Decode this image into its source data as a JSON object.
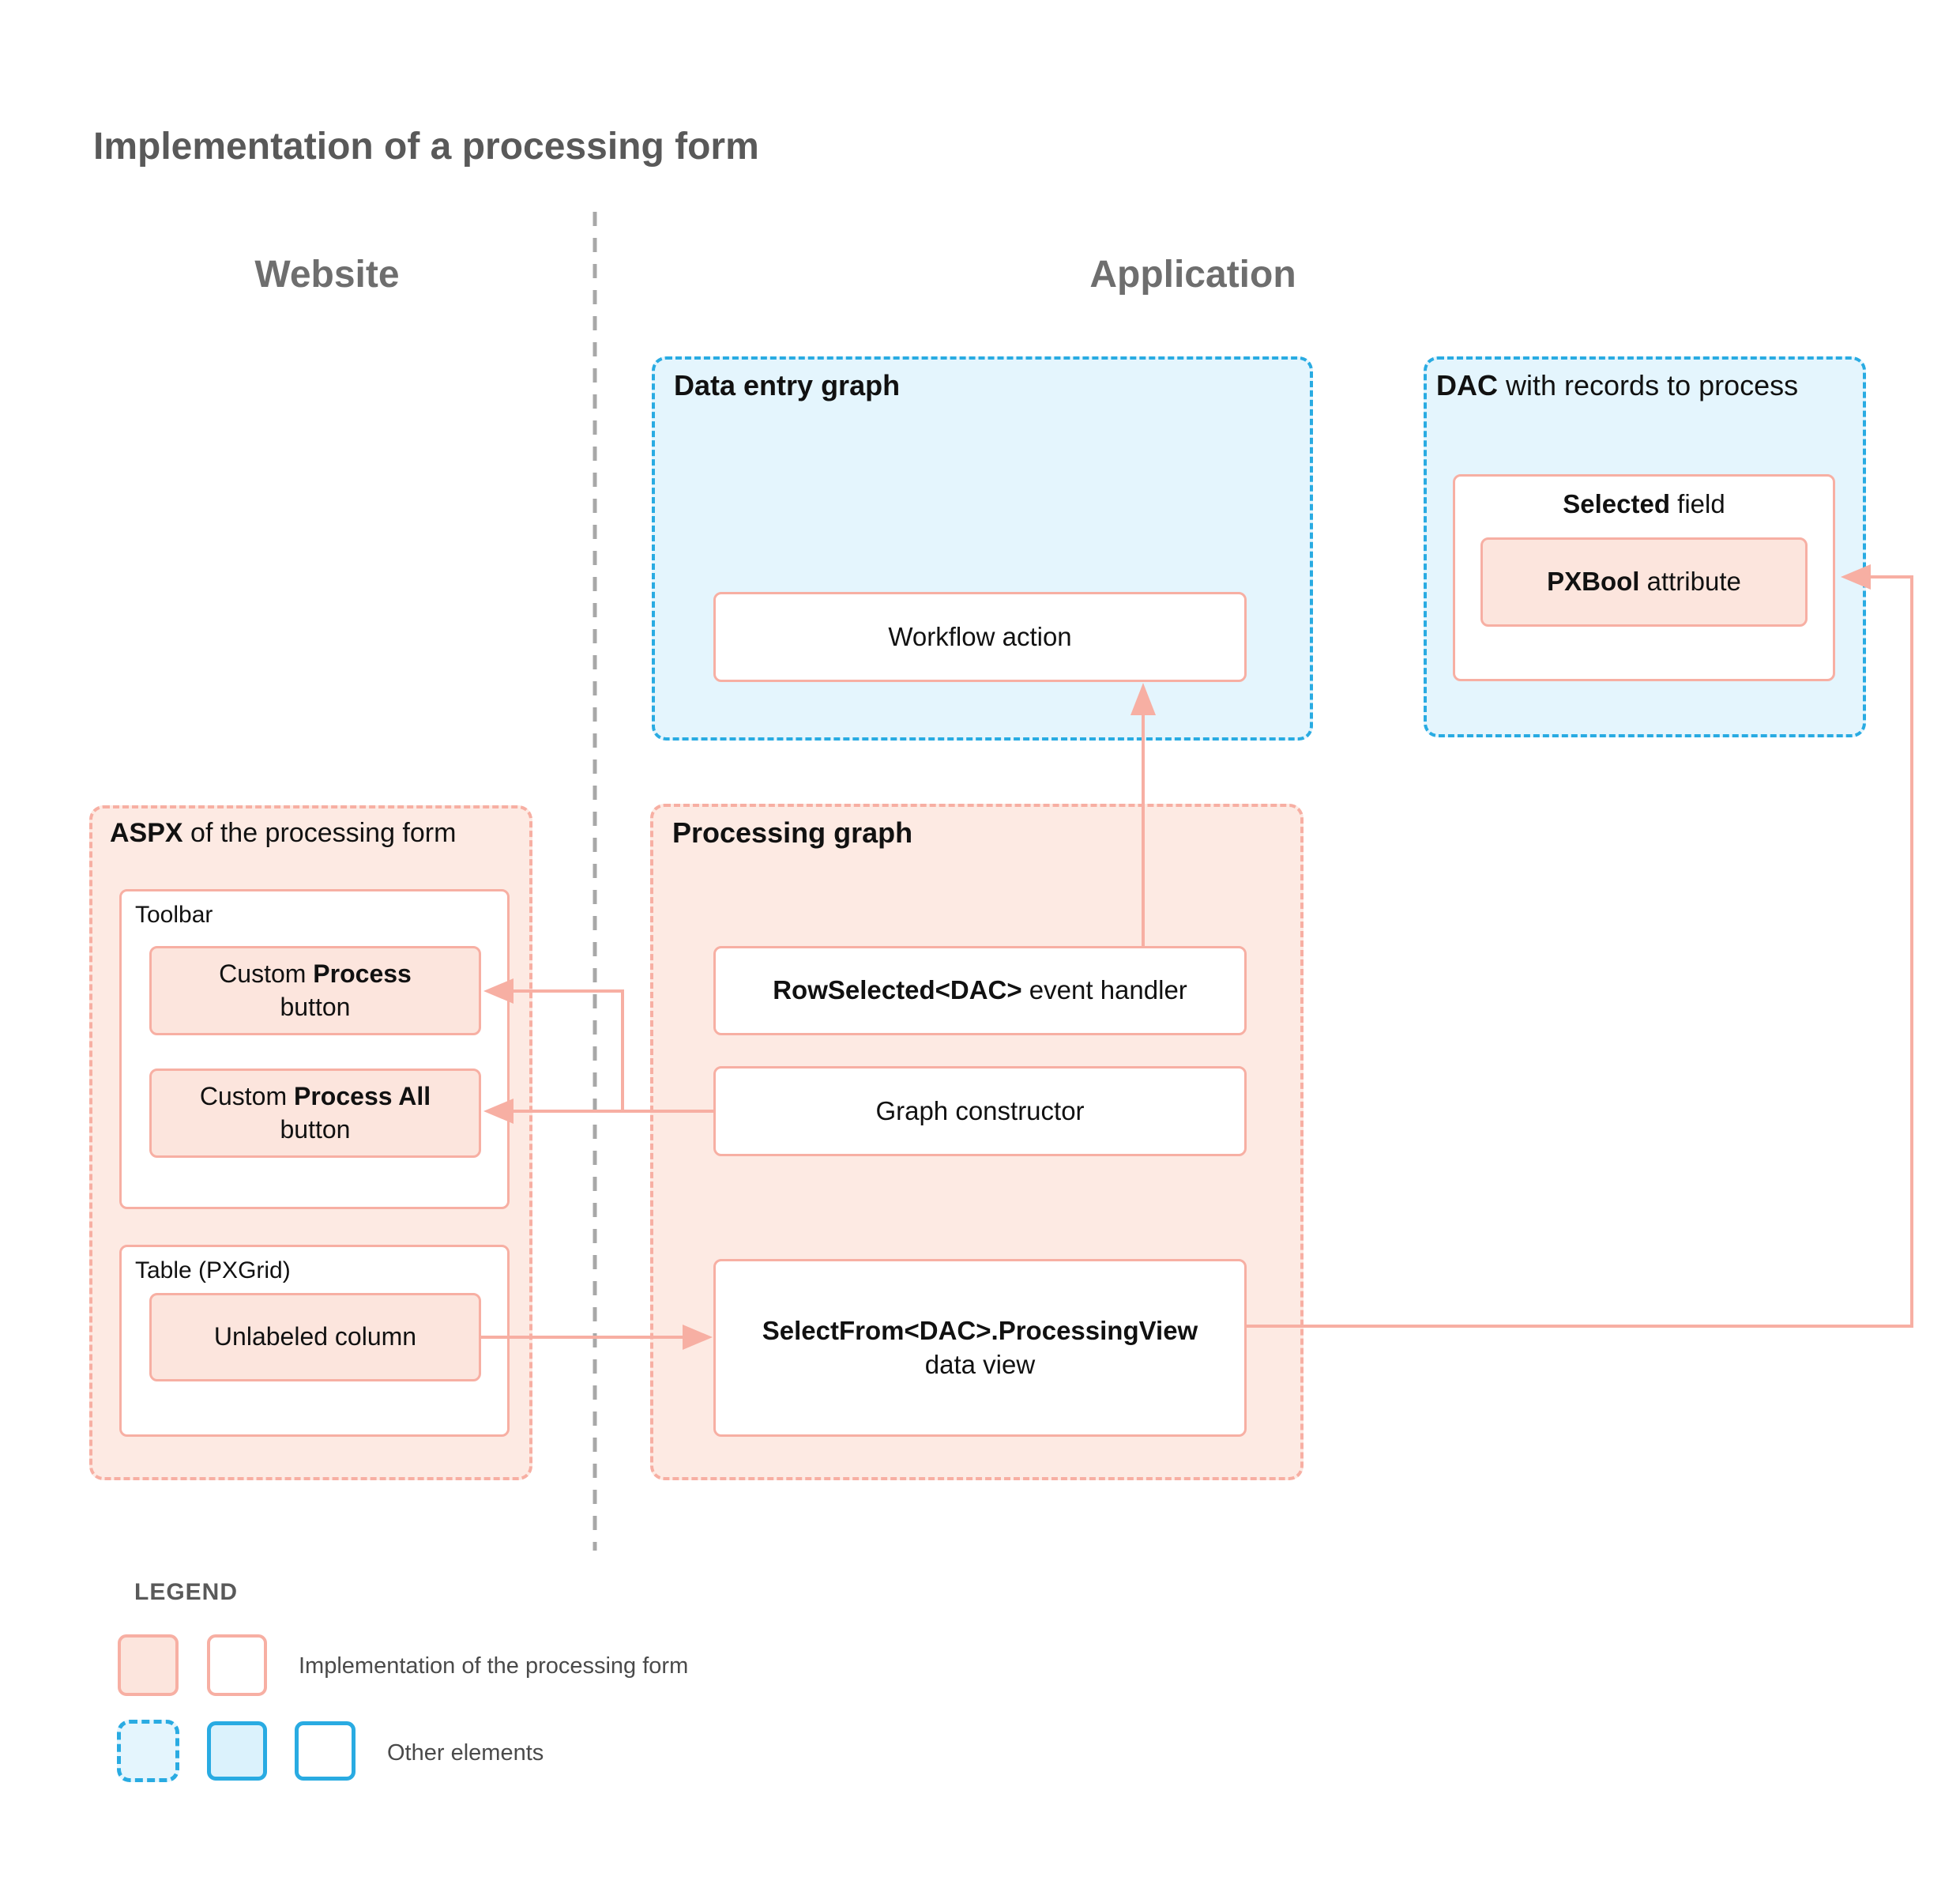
{
  "title": "Implementation of a processing form",
  "columns": {
    "left": "Website",
    "right": "Application"
  },
  "colors": {
    "salmon": "#f7afa3",
    "salmon-fill": "#fdeae3",
    "btn-fill": "#fce5dd",
    "blue": "#29abe2",
    "blue-fill": "#e4f5fd",
    "blue-fill2": "#dbf2fc",
    "gray-title": "#595959",
    "gray-header": "#6e6e6e",
    "gray-divider": "#a8a8a8",
    "ink": "#111111",
    "legend-text": "#4a4a4a"
  },
  "boxes": {
    "data_entry_graph": {
      "label": "Data entry graph"
    },
    "workflow_action": {
      "label": "Workflow action"
    },
    "dac": {
      "bold": "DAC",
      "rest": " with records to process"
    },
    "selected_field": {
      "bold": "Selected",
      "rest": " field"
    },
    "pxbool": {
      "bold": "PXBool",
      "rest": " attribute"
    },
    "aspx": {
      "bold": "ASPX",
      "rest": " of the processing form"
    },
    "toolbar": {
      "label": "Toolbar"
    },
    "process_button": {
      "prefix": "Custom ",
      "bold": "Process",
      "line2": "button"
    },
    "process_all_button": {
      "prefix": "Custom ",
      "bold": "Process All",
      "line2": "button"
    },
    "table": {
      "label": "Table (PXGrid)"
    },
    "unlabeled_column": {
      "label": "Unlabeled column"
    },
    "processing_graph": {
      "label": "Processing graph"
    },
    "row_selected": {
      "bold": "RowSelected<DAC>",
      "rest": " event handler"
    },
    "graph_constructor": {
      "label": "Graph constructor"
    },
    "select_from": {
      "bold": "SelectFrom<DAC>.ProcessingView",
      "line2": "data view"
    }
  },
  "legend": {
    "header": "LEGEND",
    "rows": [
      {
        "label": "Implementation of the processing form"
      },
      {
        "label": "Other elements"
      }
    ]
  }
}
